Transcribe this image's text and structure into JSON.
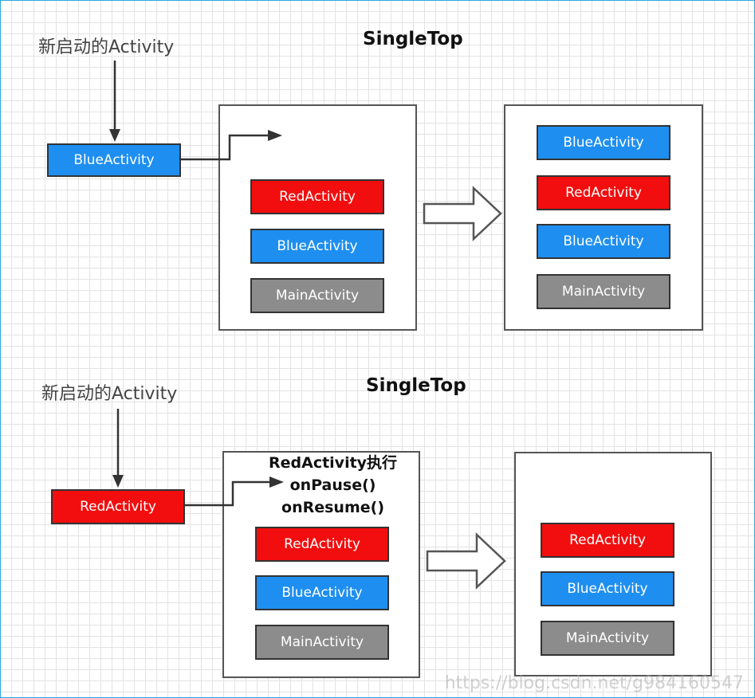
{
  "top": {
    "title": "SingleTop",
    "launch_caption": "新启动的Activity",
    "launched": "BlueActivity",
    "before_stack": [
      "RedActivity",
      "BlueActivity",
      "MainActivity"
    ],
    "after_stack": [
      "BlueActivity",
      "RedActivity",
      "BlueActivity",
      "MainActivity"
    ]
  },
  "bottom": {
    "title": "SingleTop",
    "launch_caption": "新启动的Activity",
    "launched": "RedActivity",
    "note_lines": [
      "RedActivity执行",
      "onPause()",
      "onResume()"
    ],
    "before_stack": [
      "RedActivity",
      "BlueActivity",
      "MainActivity"
    ],
    "after_stack": [
      "RedActivity",
      "BlueActivity",
      "MainActivity"
    ]
  },
  "colors": {
    "blue": "#1e8ff0",
    "red": "#f20e0e",
    "gray": "#8c8c8c",
    "border": "#2aa8e0"
  },
  "watermark": "https://blog.csdn.net/g984160547"
}
